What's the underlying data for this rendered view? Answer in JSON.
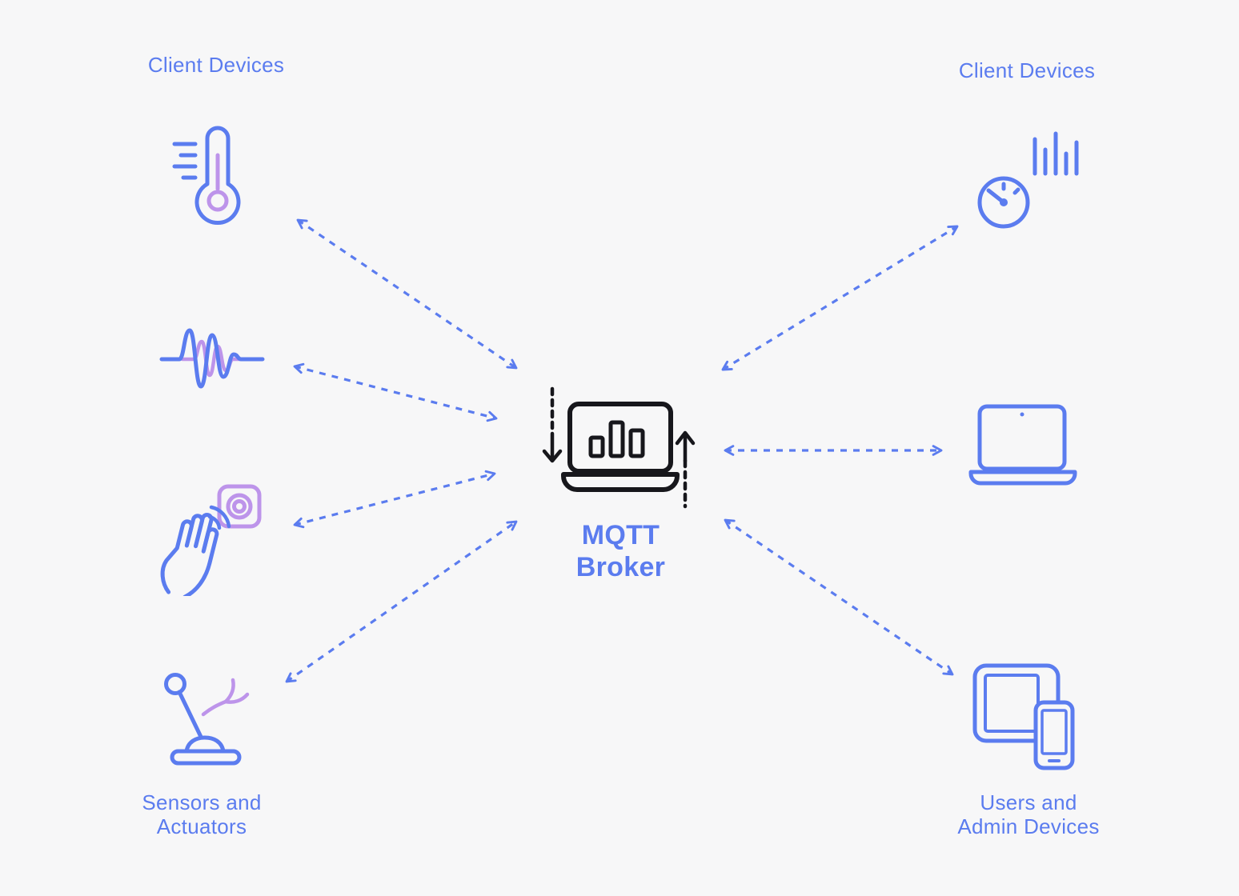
{
  "colors": {
    "background": "#f7f7f8",
    "blue": "#5b7cef",
    "purple": "#bd94ea",
    "dark": "#17171c"
  },
  "diagram": {
    "left_group_label": "Client Devices",
    "right_group_label": "Client Devices",
    "left_footer_line1": "Sensors and",
    "left_footer_line2": "Actuators",
    "right_footer_line1": "Users and",
    "right_footer_line2": "Admin Devices",
    "broker_line1": "MQTT",
    "broker_line2": "Broker"
  },
  "icons": {
    "left": [
      "thermometer-icon",
      "waveform-icon",
      "gesture-sensor-icon",
      "actuator-icon"
    ],
    "center": [
      "message-down-arrow-icon",
      "broker-laptop-icon",
      "message-up-arrow-icon"
    ],
    "right": [
      "gauge-icon",
      "laptop-icon",
      "tablet-phone-icon"
    ]
  }
}
